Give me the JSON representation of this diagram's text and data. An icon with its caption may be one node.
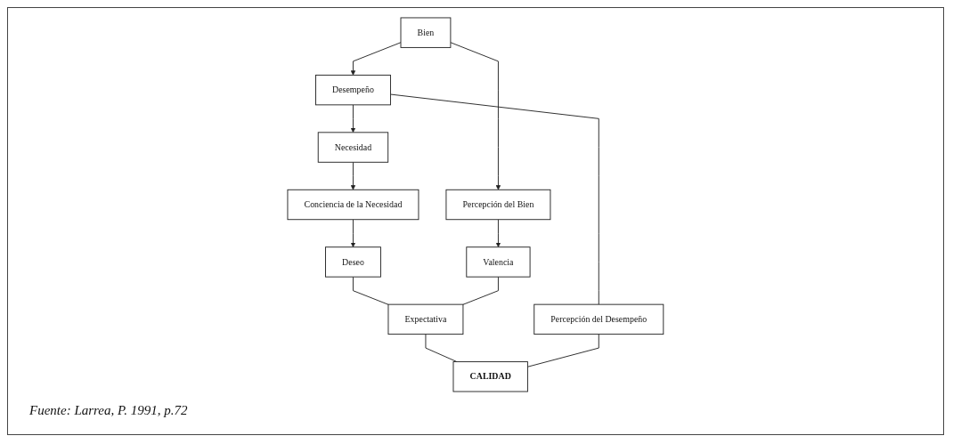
{
  "diagram": {
    "caption": "Fuente: Larrea, P. 1991, p.72",
    "nodes": [
      {
        "text": [
          "Necesidad"
        ]
      },
      {
        "text": [
          "Bien"
        ]
      },
      {
        "text": [
          "Desempeño"
        ]
      },
      {
        "text": [
          "Conciencia de la Necesidad"
        ]
      },
      {
        "text": [
          "Percepción del Bien"
        ]
      },
      {
        "text": [
          "Deseo"
        ]
      },
      {
        "text": [
          "Valencia"
        ]
      },
      {
        "text": [
          "Expectativa"
        ]
      },
      {
        "text": [
          "Percepción del Desempeño"
        ]
      },
      {
        "text": [
          "CALIDAD"
        ]
      }
    ],
    "edges": [
      {
        "from": 2,
        "to": 0,
        "arrow": "to"
      },
      {
        "from": 1,
        "to": 2,
        "arrow": "to"
      },
      {
        "from": 0,
        "to": 3,
        "arrow": "to"
      },
      {
        "from": 1,
        "to": 4,
        "arrow": "to"
      },
      {
        "from": 3,
        "to": 5,
        "arrow": "to"
      },
      {
        "from": 4,
        "to": 6,
        "arrow": "to"
      },
      {
        "from": 5,
        "to": 7,
        "arrow": "none"
      },
      {
        "from": 6,
        "to": 7,
        "arrow": "none"
      },
      {
        "from": 2,
        "to": 8,
        "arrow": "none"
      },
      {
        "from": 7,
        "to": 9,
        "arrow": "none"
      },
      {
        "from": 8,
        "to": 9,
        "arrow": "none"
      }
    ]
  }
}
